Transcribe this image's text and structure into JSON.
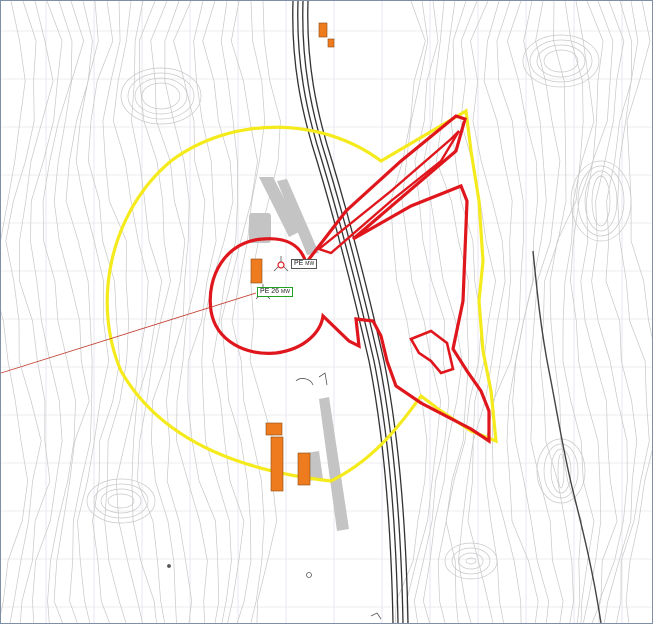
{
  "map": {
    "colors": {
      "contour": "#c7c7c7",
      "grid": "#dcdce6",
      "road": "#333333",
      "yellow_zone": "#f5ea1c",
      "red_zone": "#e0161d",
      "building": "#ee7c1e",
      "pavement": "#c4c4c4",
      "label_border_green": "#22a022",
      "bearing_line": "#c0392b"
    },
    "labels": {
      "upper": {
        "code": "PE",
        "unit": "MW"
      },
      "lower": {
        "code": "PE 26",
        "unit": "MW"
      }
    },
    "icons": [
      "wind-turbine-icon",
      "wind-turbine-icon"
    ]
  }
}
